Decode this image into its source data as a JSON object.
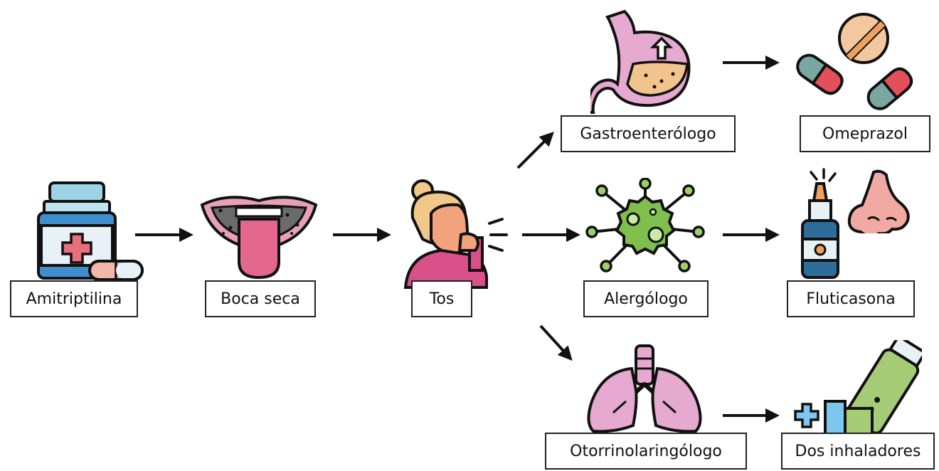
{
  "nodes": {
    "amitriptilina": "Amitriptilina",
    "boca_seca": "Boca seca",
    "tos": "Tos",
    "gastroenterologo": "Gastroenterólogo",
    "omeprazol": "Omeprazol",
    "alergologo": "Alergólogo",
    "fluticasona": "Fluticasona",
    "otorrinolaringologo": "Otorrinolaringólogo",
    "dos_inhaladores": "Dos inhaladores"
  },
  "icons": [
    "pill-bottle-icon",
    "dry-mouth-icon",
    "coughing-person-icon",
    "stomach-icon",
    "capsules-icon",
    "allergen-virus-icon",
    "nasal-spray-icon",
    "nose-icon",
    "lungs-icon",
    "inhaler-icon"
  ]
}
